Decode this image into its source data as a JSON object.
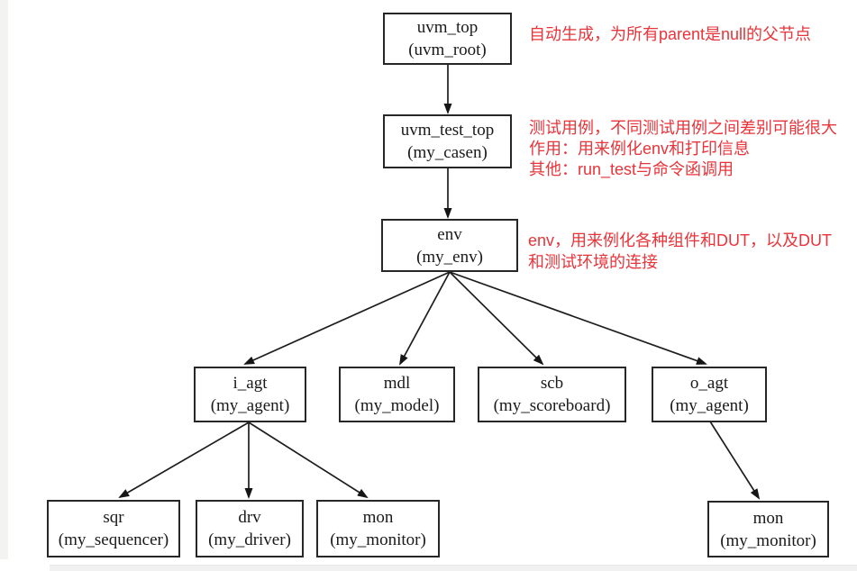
{
  "diagram_title": "UVM testbench component hierarchy",
  "colors": {
    "annotation_red": "#e8343a",
    "box_border": "#272727",
    "box_text": "#1a1a1a",
    "background": "#ffffff"
  },
  "nodes": {
    "uvm_top": {
      "label": "uvm_top",
      "class_name": "(uvm_root)"
    },
    "uvm_test_top": {
      "label": "uvm_test_top",
      "class_name": "(my_casen)"
    },
    "env": {
      "label": "env",
      "class_name": "(my_env)"
    },
    "i_agt": {
      "label": "i_agt",
      "class_name": "(my_agent)"
    },
    "mdl": {
      "label": "mdl",
      "class_name": "(my_model)"
    },
    "scb": {
      "label": "scb",
      "class_name": "(my_scoreboard)"
    },
    "o_agt": {
      "label": "o_agt",
      "class_name": "(my_agent)"
    },
    "sqr": {
      "label": "sqr",
      "class_name": "(my_sequencer)"
    },
    "drv": {
      "label": "drv",
      "class_name": "(my_driver)"
    },
    "mon_i": {
      "label": "mon",
      "class_name": "(my_monitor)"
    },
    "mon_o": {
      "label": "mon",
      "class_name": "(my_monitor)"
    }
  },
  "annotations": {
    "uvm_top": {
      "lines": [
        "自动生成，为所有parent是null的父节点"
      ]
    },
    "uvm_test_top": {
      "lines": [
        "测试用例，不同测试用例之间差别可能很大",
        "作用：用来例化env和打印信息",
        "其他：run_test与命令函调用"
      ]
    },
    "env": {
      "lines": [
        "env，用来例化各种组件和DUT，以及DUT",
        "和测试环境的连接"
      ]
    }
  }
}
